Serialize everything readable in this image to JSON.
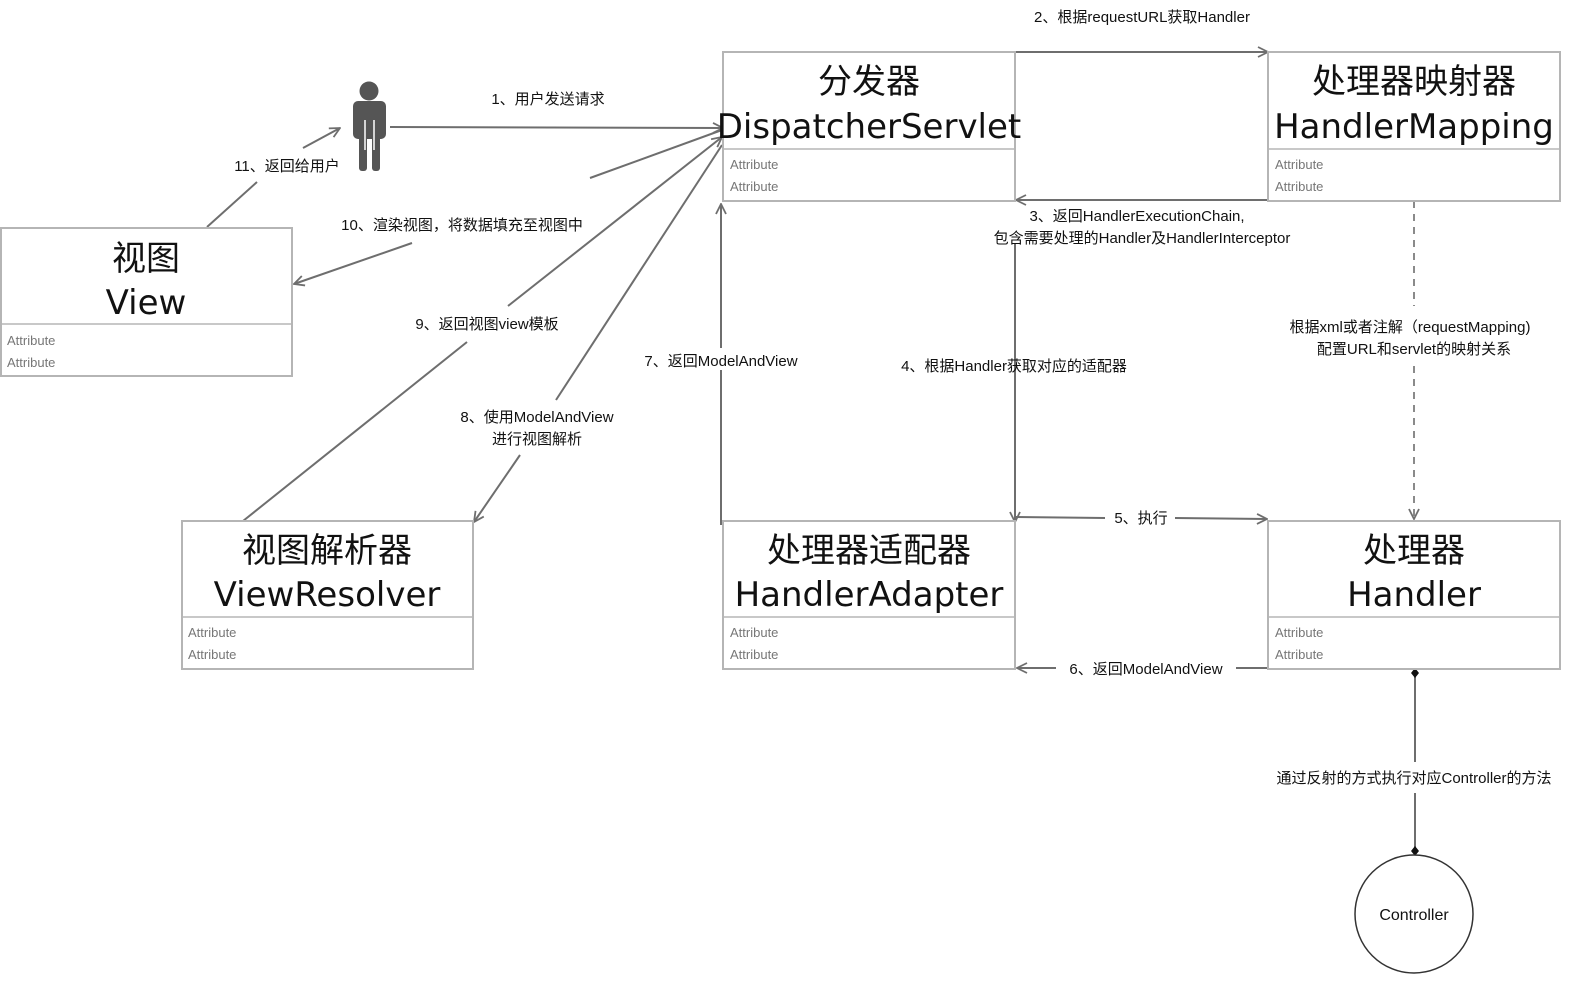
{
  "boxes": {
    "view": {
      "title_cn": "视图",
      "title_en": "View",
      "attributes": [
        "Attribute",
        "Attribute"
      ]
    },
    "dispatcher": {
      "title_cn": "分发器",
      "title_en": "DispatcherServlet",
      "attributes": [
        "Attribute",
        "Attribute"
      ]
    },
    "mapping": {
      "title_cn": "处理器映射器",
      "title_en": "HandlerMapping",
      "attributes": [
        "Attribute",
        "Attribute"
      ]
    },
    "resolver": {
      "title_cn": "视图解析器",
      "title_en": "ViewResolver",
      "attributes": [
        "Attribute",
        "Attribute"
      ]
    },
    "adapter": {
      "title_cn": "处理器适配器",
      "title_en": "HandlerAdapter",
      "attributes": [
        "Attribute",
        "Attribute"
      ]
    },
    "handler": {
      "title_cn": "处理器",
      "title_en": "Handler",
      "attributes": [
        "Attribute",
        "Attribute"
      ]
    }
  },
  "controller": {
    "label": "Controller"
  },
  "edges": {
    "e1": "1、用户发送请求",
    "e2": "2、根据requestURL获取Handler",
    "e3_line1": "3、返回HandlerExecutionChain,",
    "e3_line2": "包含需要处理的Handler及HandlerInterceptor",
    "e4": "4、根据Handler获取对应的适配器",
    "e5": "5、执行",
    "e6": "6、返回ModelAndView",
    "e7": "7、返回ModelAndView",
    "e8_line1": "8、使用ModelAndView",
    "e8_line2": "进行视图解析",
    "e9": "9、返回视图view模板",
    "e10": "10、渲染视图，将数据填充至视图中",
    "e11": "11、返回给用户",
    "mapping_note_line1": "根据xml或者注解（requestMapping)",
    "mapping_note_line2": "配置URL和servlet的映射关系",
    "controller_note": "通过反射的方式执行对应Controller的方法"
  }
}
